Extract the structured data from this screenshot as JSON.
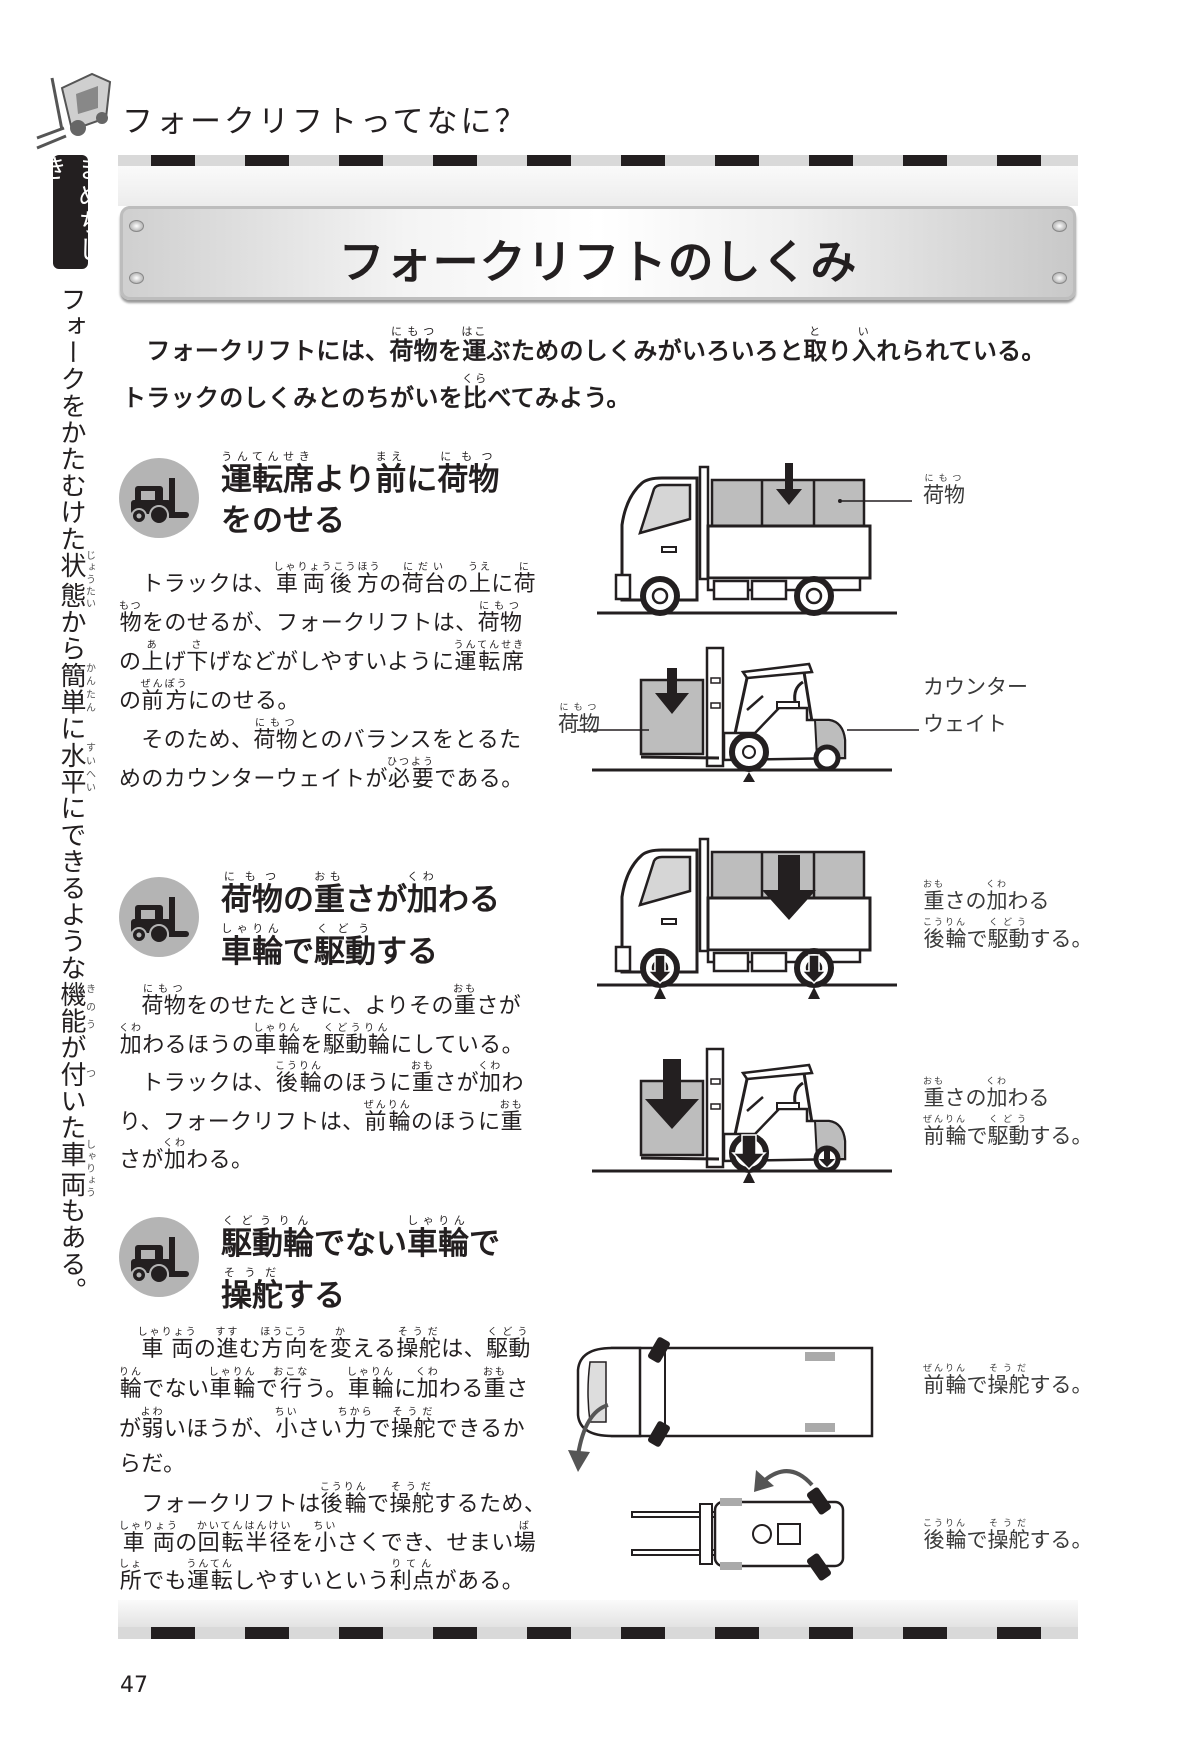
{
  "header": {
    "title": "フォークリフトってなに？"
  },
  "side_tab": {
    "label": "まめちしき"
  },
  "side_note": [
    "フォークをかたむけた",
    [
      "状態",
      "じょうたい"
    ],
    "から",
    [
      "簡単",
      "かんたん"
    ],
    "に",
    [
      "水平",
      "すいへい"
    ],
    "にできるような",
    [
      "機能",
      "きのう"
    ],
    "が",
    [
      "付",
      "つ"
    ],
    "いた",
    [
      "車両",
      "しゃりょう"
    ],
    "もある。"
  ],
  "plate": {
    "title": "フォークリフトのしくみ"
  },
  "intro": [
    [
      "　フォークリフトには、",
      [
        "荷物",
        "にもつ"
      ],
      "を",
      [
        "運",
        "はこ"
      ],
      "ぶためのしくみがいろいろと",
      [
        "取",
        "と"
      ],
      "り",
      [
        "入",
        "い"
      ],
      "れられている。"
    ],
    [
      "トラックのしくみとのちがいを",
      [
        "比",
        "くら"
      ],
      "べてみよう。"
    ]
  ],
  "sections": [
    {
      "heading": [
        [
          [
            "運転席",
            "うんてんせき"
          ],
          "より",
          [
            "前",
            "まえ"
          ],
          "に",
          [
            "荷物",
            "にもつ"
          ]
        ],
        [
          "をのせる"
        ]
      ],
      "body": [
        [
          "　トラックは、",
          [
            "車両後方",
            "しゃりょうこうほう"
          ],
          "の",
          [
            "荷台",
            "にだい"
          ],
          "の",
          [
            "上",
            "うえ"
          ],
          "に",
          [
            "荷",
            "に"
          ]
        ],
        [
          [
            "物",
            "もつ"
          ],
          "をのせるが、フォークリフトは、",
          [
            "荷物",
            "にもつ"
          ]
        ],
        [
          "の",
          [
            "上",
            "あ"
          ],
          "げ",
          [
            "下",
            "さ"
          ],
          "げなどがしやすいように",
          [
            "運転席",
            "うんてんせき"
          ]
        ],
        [
          "の",
          [
            "前方",
            "ぜんぽう"
          ],
          "にのせる。"
        ],
        [
          "　そのため、",
          [
            "荷物",
            "にもつ"
          ],
          "とのバランスをとるた"
        ],
        [
          "めのカウンターウェイトが",
          [
            "必要",
            "ひつよう"
          ],
          "である。"
        ]
      ]
    },
    {
      "heading": [
        [
          [
            "荷物",
            "にもつ"
          ],
          "の",
          [
            "重",
            "おも"
          ],
          "さが",
          [
            "加",
            "くわ"
          ],
          "わる"
        ],
        [
          [
            "車輪",
            "しゃりん"
          ],
          "で",
          [
            "駆動",
            "くどう"
          ],
          "する"
        ]
      ],
      "body": [
        [
          "　",
          [
            "荷物",
            "にもつ"
          ],
          "をのせたときに、よりその",
          [
            "重",
            "おも"
          ],
          "さが"
        ],
        [
          [
            "加",
            "くわ"
          ],
          "わるほうの",
          [
            "車輪",
            "しゃりん"
          ],
          "を",
          [
            "駆動輪",
            "くどうりん"
          ],
          "にしている。"
        ],
        [
          "　トラックは、",
          [
            "後輪",
            "こうりん"
          ],
          "のほうに",
          [
            "重",
            "おも"
          ],
          "さが",
          [
            "加",
            "くわ"
          ],
          "わ"
        ],
        [
          "り、フォークリフトは、",
          [
            "前輪",
            "ぜんりん"
          ],
          "のほうに",
          [
            "重",
            "おも"
          ]
        ],
        [
          "さが",
          [
            "加",
            "くわ"
          ],
          "わる。"
        ]
      ]
    },
    {
      "heading": [
        [
          [
            "駆動輪",
            "くどうりん"
          ],
          "でない",
          [
            "車輪",
            "しゃりん"
          ],
          "で"
        ],
        [
          [
            "操舵",
            "そうだ"
          ],
          "する"
        ]
      ],
      "body": [
        [
          "　",
          [
            "車両",
            "しゃりょう"
          ],
          "の",
          [
            "進",
            "すす"
          ],
          "む",
          [
            "方向",
            "ほうこう"
          ],
          "を",
          [
            "変",
            "か"
          ],
          "える",
          [
            "操舵",
            "そうだ"
          ],
          "は、",
          [
            "駆動",
            "くどう"
          ]
        ],
        [
          [
            "輪",
            "りん"
          ],
          "でない",
          [
            "車輪",
            "しゃりん"
          ],
          "で",
          [
            "行",
            "おこな"
          ],
          "う。",
          [
            "車輪",
            "しゃりん"
          ],
          "に",
          [
            "加",
            "くわ"
          ],
          "わる",
          [
            "重",
            "おも"
          ],
          "さ"
        ],
        [
          "が",
          [
            "弱",
            "よわ"
          ],
          "いほうが、",
          [
            "小",
            "ちい"
          ],
          "さい",
          [
            "力",
            "ちから"
          ],
          "で",
          [
            "操舵",
            "そうだ"
          ],
          "できるか"
        ],
        [
          "らだ。"
        ],
        [
          "　フォークリフトは",
          [
            "後輪",
            "こうりん"
          ],
          "で",
          [
            "操舵",
            "そうだ"
          ],
          "するため、"
        ],
        [
          [
            "車両",
            "しゃりょう"
          ],
          "の",
          [
            "回転半径",
            "かいてんはんけい"
          ],
          "を",
          [
            "小",
            "ちい"
          ],
          "さくでき、せまい",
          [
            "場",
            "ば"
          ]
        ],
        [
          [
            "所",
            "しょ"
          ],
          "でも",
          [
            "運転",
            "うんてん"
          ],
          "しやすいという",
          [
            "利点",
            "りてん"
          ],
          "がある。"
        ]
      ]
    }
  ],
  "diagram_labels": {
    "truck_load": [
      [
        "荷物",
        "にもつ"
      ]
    ],
    "forklift_load": [
      [
        "荷物",
        "にもつ"
      ]
    ],
    "counterweight_1": [
      "カウンター"
    ],
    "counterweight_2": [
      "ウェイト"
    ],
    "truck_drive_1": [
      [
        "重",
        "おも"
      ],
      "さの",
      [
        "加",
        "くわ"
      ],
      "わる"
    ],
    "truck_drive_2": [
      [
        "後輪",
        "こうりん"
      ],
      "で",
      [
        "駆動",
        "くどう"
      ],
      "する。"
    ],
    "forklift_drive_1": [
      [
        "重",
        "おも"
      ],
      "さの",
      [
        "加",
        "くわ"
      ],
      "わる"
    ],
    "forklift_drive_2": [
      [
        "前輪",
        "ぜんりん"
      ],
      "で",
      [
        "駆動",
        "くどう"
      ],
      "する。"
    ],
    "truck_steer": [
      [
        "前輪",
        "ぜんりん"
      ],
      "で",
      [
        "操舵",
        "そうだ"
      ],
      "する。"
    ],
    "forklift_steer": [
      [
        "後輪",
        "こうりん"
      ],
      "で",
      [
        "操舵",
        "そうだ"
      ],
      "する。"
    ]
  },
  "page_number": "47",
  "colors": {
    "ink": "#231f20",
    "gray_fill": "#b4b4b4",
    "load_fill": "#bdbdbd"
  }
}
